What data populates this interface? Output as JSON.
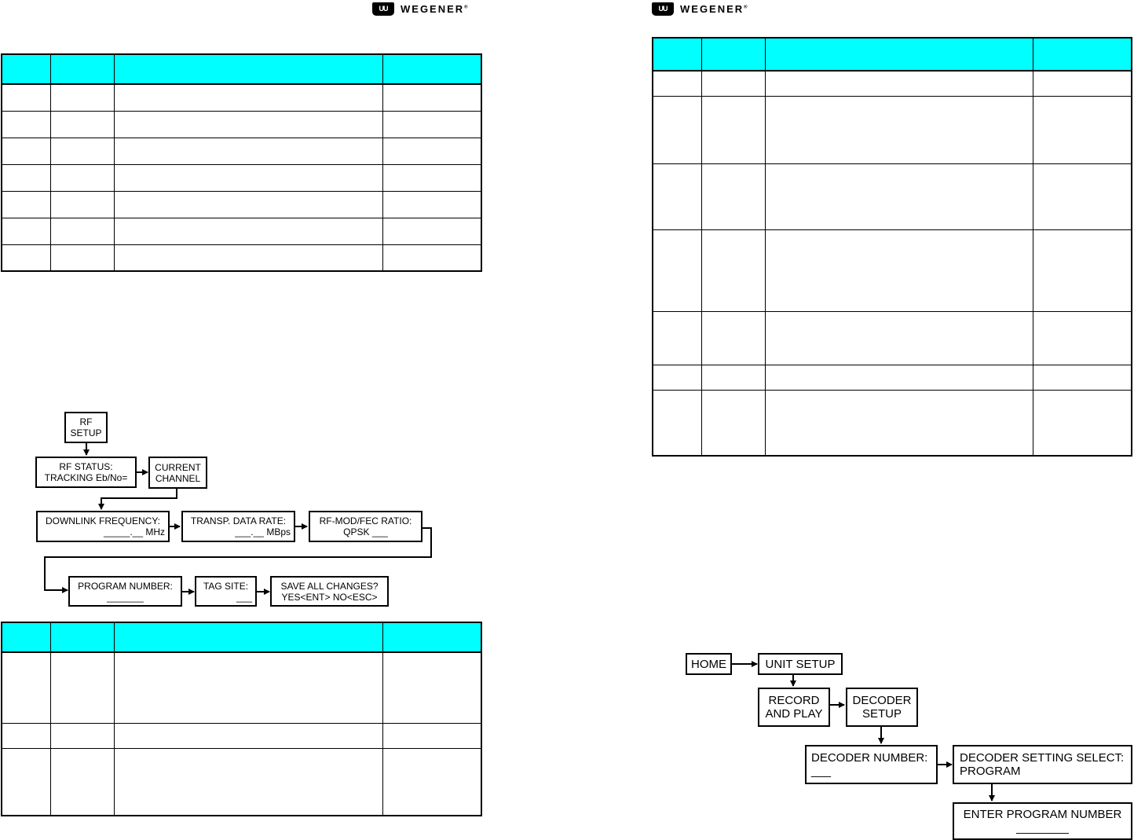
{
  "logo": {
    "text": "WEGENER",
    "mark": "UU"
  },
  "colors": {
    "header_fill": "#00ffff",
    "line": "#000000"
  },
  "rf_flow": {
    "rf_setup": [
      "RF",
      "SETUP"
    ],
    "rf_status": [
      "RF STATUS:",
      "TRACKING Eb/No="
    ],
    "current_channel": [
      "CURRENT",
      "CHANNEL"
    ],
    "downlink_frequency": [
      "DOWNLINK FREQUENCY:",
      "_____.__ MHz"
    ],
    "transp_data_rate": [
      "TRANSP. DATA RATE:",
      "___.__ MBps"
    ],
    "rf_mod_fec": [
      "RF-MOD/FEC RATIO:",
      "QPSK ___"
    ],
    "program_number": [
      "PROGRAM NUMBER:",
      "_______"
    ],
    "tag_site": [
      "TAG SITE:",
      "___"
    ],
    "save_changes": [
      "SAVE ALL CHANGES?",
      "YES<ENT> NO<ESC>"
    ]
  },
  "decoder_flow": {
    "home": "HOME",
    "unit_setup": "UNIT SETUP",
    "record_and_play": [
      "RECORD",
      "AND PLAY"
    ],
    "decoder_setup": [
      "DECODER",
      "SETUP"
    ],
    "decoder_number": [
      "DECODER NUMBER:",
      "___"
    ],
    "decoder_setting_select": [
      "DECODER SETTING SELECT:",
      "PROGRAM"
    ],
    "enter_program_number": [
      "ENTER PROGRAM NUMBER",
      "________"
    ]
  }
}
